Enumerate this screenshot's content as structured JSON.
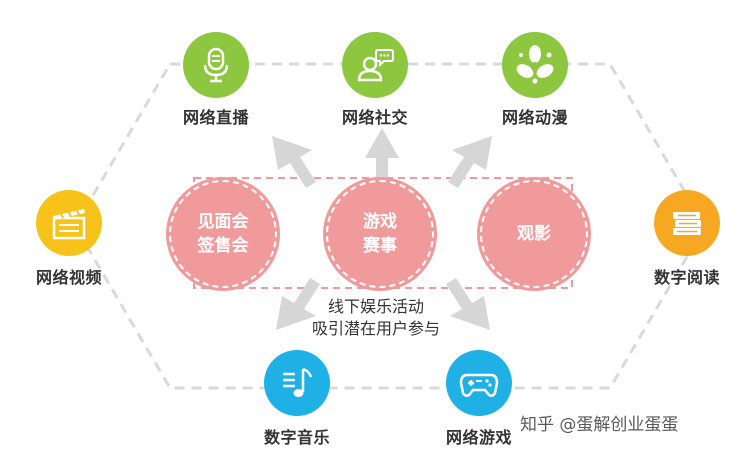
{
  "colors": {
    "green": "#8dc63f",
    "yellow": "#f7c21a",
    "orange": "#f7a823",
    "blue": "#1fb0e6",
    "event_pink": "#f19a9b",
    "frame_pink": "#ee9a9d",
    "dashed_gray": "#d9d9d9",
    "arrow_gray": "#d6d6d6"
  },
  "nodes": {
    "live": {
      "label": "网络直播",
      "icon": "microphone-icon"
    },
    "social": {
      "label": "网络社交",
      "icon": "chat-person-icon"
    },
    "anime": {
      "label": "网络动漫",
      "icon": "pinwheel-icon"
    },
    "video": {
      "label": "网络视频",
      "icon": "clapperboard-icon"
    },
    "reading": {
      "label": "数字阅读",
      "icon": "books-icon"
    },
    "music": {
      "label": "数字音乐",
      "icon": "music-note-icon"
    },
    "game": {
      "label": "网络游戏",
      "icon": "gamepad-icon"
    }
  },
  "events": {
    "signing": "见面会\n签售会",
    "esports": "游戏\n赛事",
    "movie": "观影"
  },
  "caption": "线下娱乐活动\n吸引潜在用户参与",
  "watermark": "知乎 @蛋解创业蛋蛋"
}
